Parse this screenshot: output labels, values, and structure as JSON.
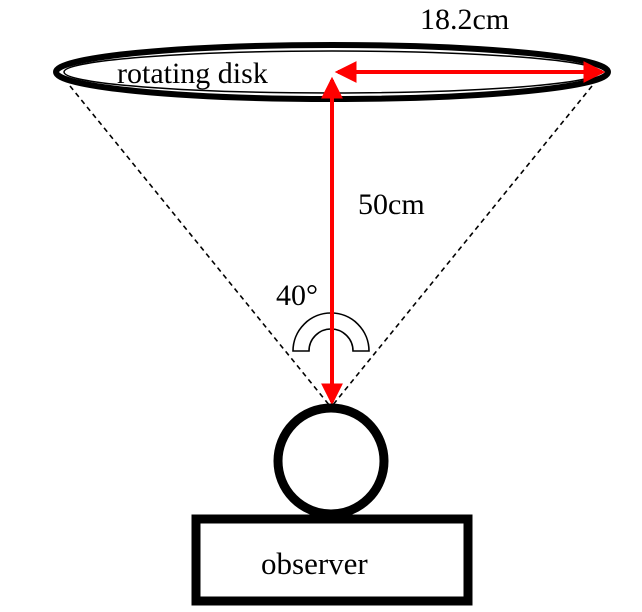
{
  "diagram": {
    "disk_label": "rotating disk",
    "radius_label": "18.2cm",
    "distance_label": "50cm",
    "angle_label": "40°",
    "observer_label": "observer"
  },
  "colors": {
    "arrow": "#ff0000",
    "outline": "#000000",
    "background": "#ffffff"
  }
}
